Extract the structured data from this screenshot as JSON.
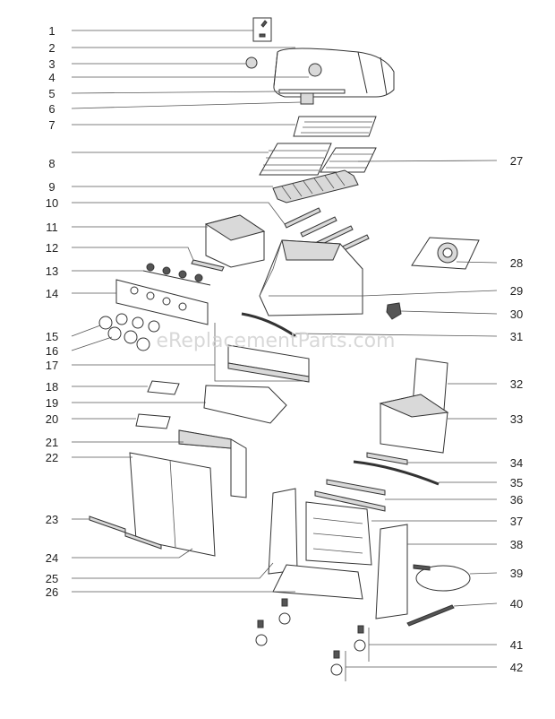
{
  "watermark": "eReplacementParts.com",
  "labels": [
    "1",
    "2",
    "3",
    "4",
    "5",
    "6",
    "7",
    "8",
    "9",
    "10",
    "11",
    "12",
    "13",
    "14",
    "15",
    "16",
    "17",
    "18",
    "19",
    "20",
    "21",
    "22",
    "23",
    "24",
    "25",
    "26",
    "27",
    "28",
    "29",
    "30",
    "31",
    "32",
    "33",
    "34",
    "35",
    "36",
    "37",
    "38",
    "39",
    "40",
    "41",
    "42"
  ]
}
